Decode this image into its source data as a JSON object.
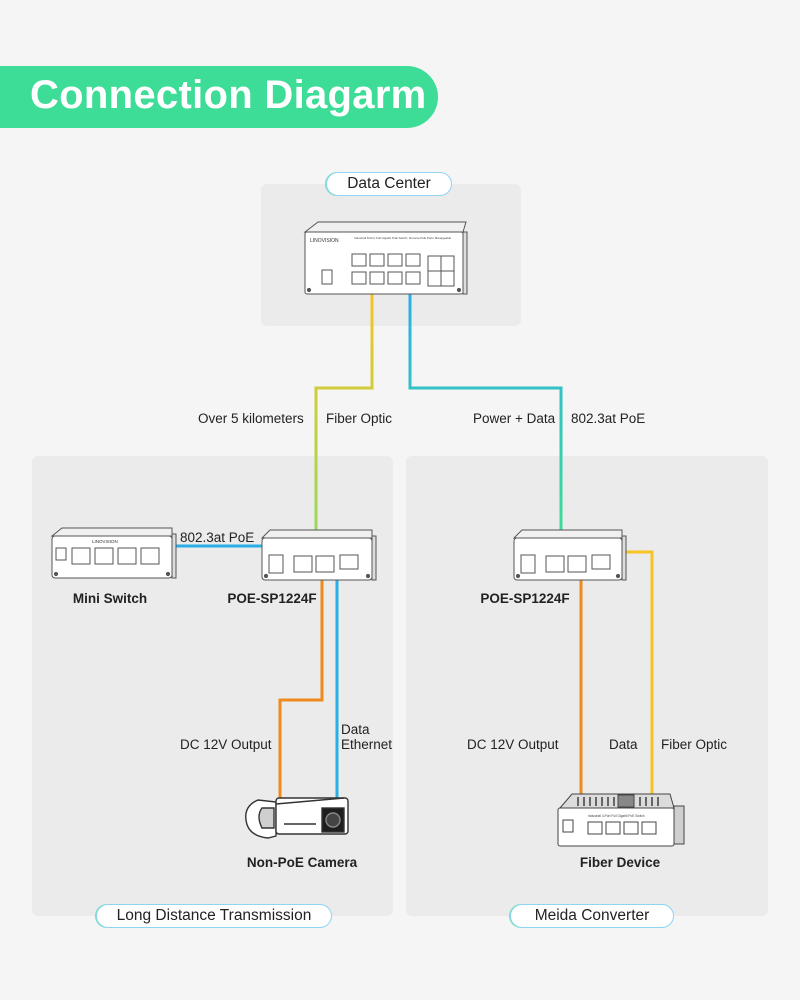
{
  "title": "Connection Diagarm",
  "sections": {
    "data_center": "Data Center",
    "long_distance": "Long Distance Transmission",
    "media_converter": "Meida Converter"
  },
  "devices": {
    "main_switch_brand": "LINOVISION",
    "main_switch_desc": "Industrial 8-Port Full Gigabit PoE Switch, Remote PoE Ports Manageable",
    "mini_switch_brand": "LINOVISION",
    "mini_switch": "Mini Switch",
    "poe_left": "POE-SP1224F",
    "poe_right": "POE-SP1224F",
    "camera": "Non-PoE Camera",
    "fiber_device": "Fiber Device",
    "fiber_device_desc": "Industrial 4-Port Full Gigabit PoE Switch"
  },
  "labels": {
    "over_5km": "Over 5 kilometers",
    "fiber_optic_top": "Fiber Optic",
    "power_data": "Power + Data",
    "poe_8023at_top": "802.3at PoE",
    "poe_8023at_left": "802.3at PoE",
    "dc12v_left": "DC 12V Output",
    "data_ethernet_1": "Data",
    "data_ethernet_2": "Ethernet",
    "dc12v_right": "DC 12V Output",
    "data_right": "Data",
    "fiber_optic_right": "Fiber Optic"
  },
  "colors": {
    "accent_green": "#3ddc97",
    "fiber_yellow": "#f7c325",
    "ethernet_blue": "#2aaee6",
    "power_orange": "#f08a1c"
  }
}
